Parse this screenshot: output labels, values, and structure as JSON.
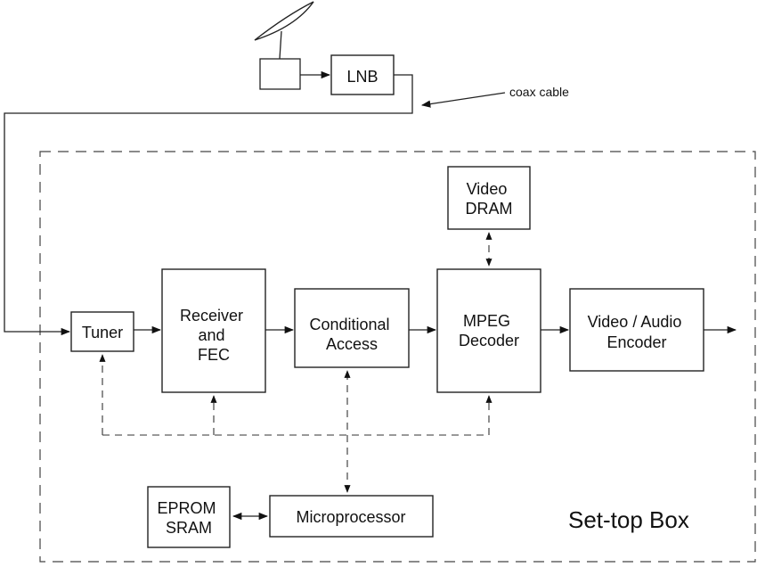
{
  "blocks": {
    "lnb": "LNB",
    "tuner": "Tuner",
    "receiver": [
      "Receiver",
      "and",
      "FEC"
    ],
    "conditional_access": [
      "Conditional",
      "Access"
    ],
    "mpeg_decoder": [
      "MPEG",
      "Decoder"
    ],
    "video_dram": [
      "Video",
      "DRAM"
    ],
    "video_audio_encoder": [
      "Video / Audio",
      "Encoder"
    ],
    "eprom_sram": [
      "EPROM",
      "SRAM"
    ],
    "microprocessor": "Microprocessor"
  },
  "labels": {
    "coax": "coax cable",
    "settop": "Set-top Box"
  },
  "colors": {
    "ink": "#111111",
    "line": "#222222",
    "background": "#ffffff"
  }
}
